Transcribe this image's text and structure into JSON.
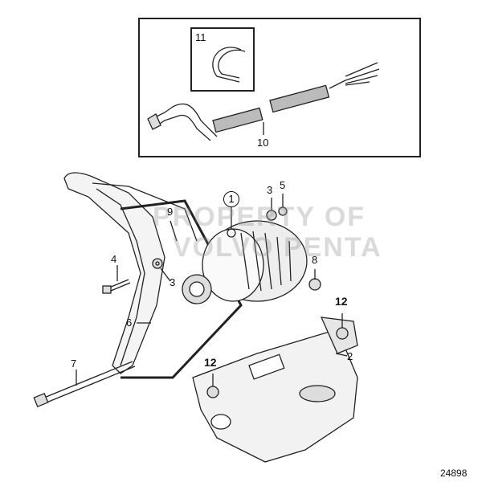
{
  "diagram": {
    "watermark": [
      "PROPERTY OF",
      "VOLVO PENTA"
    ],
    "reference_number": "24898",
    "callouts": {
      "p1": "1",
      "p2": "2",
      "p3a": "3",
      "p3b": "3",
      "p4": "4",
      "p5": "5",
      "p6": "6",
      "p7": "7",
      "p8": "8",
      "p9": "9",
      "p10": "10",
      "p11": "11",
      "p12a": "12",
      "p12b": "12"
    }
  }
}
